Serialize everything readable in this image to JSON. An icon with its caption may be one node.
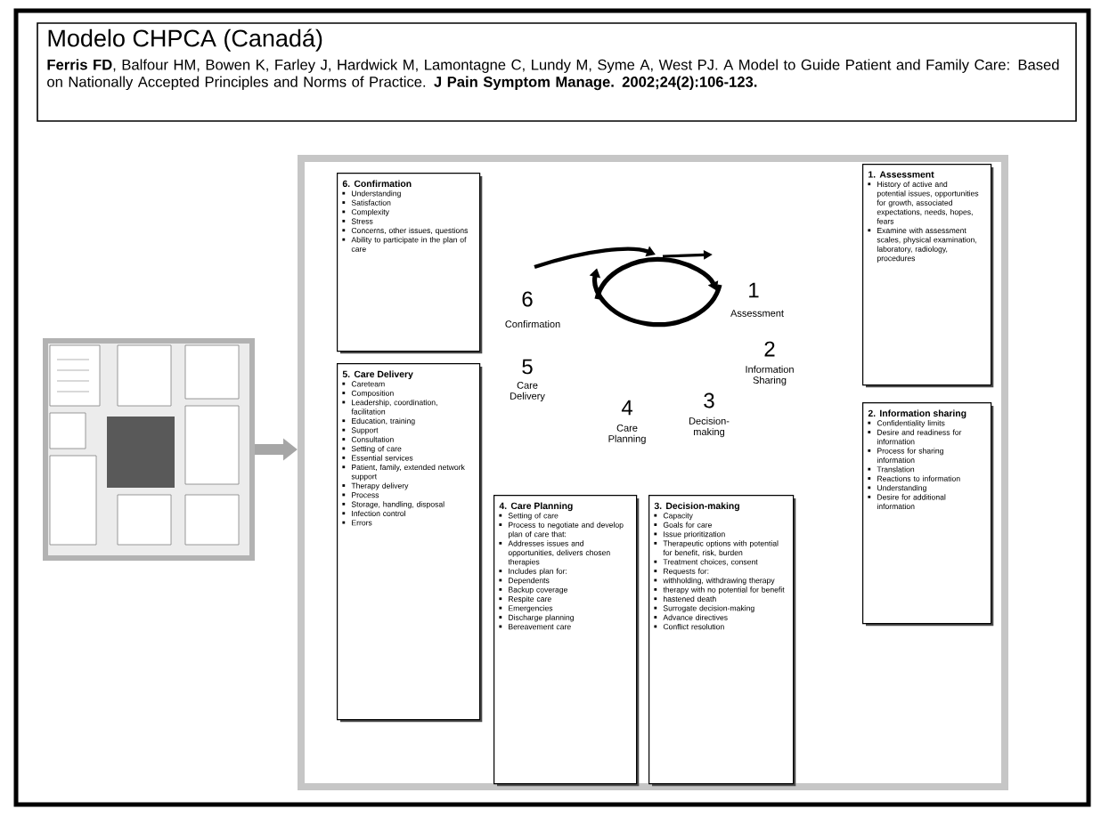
{
  "diagram": {
    "title": "Modelo CHPCA (Canadá)",
    "nodes": [
      {
        "text": [],
        "shape": "picture"
      },
      {
        "text": [],
        "shape": "box"
      },
      {
        "text": [
          "6. Confirmation",
          "Understanding",
          "Satisfaction",
          "Complexity",
          "Stress",
          "Concerns, other issues, questions",
          "Ability to participate in the plan of care"
        ],
        "in": 1
      },
      {
        "text": [
          "5. Care Delivery",
          "Careteam",
          "Composition",
          "Leadership, coordination, facilitation",
          "Education, training",
          "Support",
          "Consultation",
          "Setting of care",
          "Essential services",
          "Patient, family, extended network support",
          "Therapy delivery",
          "Process",
          "Storage, handling, disposal",
          "Infection control",
          "Errors"
        ],
        "in": 1
      },
      {
        "text": [
          "4. Care Planning",
          "Setting of care",
          "Process to negotiate and develop plan of care that:",
          "Addresses issues and opportunities, delivers chosen therapies",
          "Includes plan for:",
          "Dependents",
          "Backup coverage",
          "Respite care",
          "Emergencies",
          "Discharge planning",
          "Bereavement care"
        ],
        "in": 1
      },
      {
        "text": [
          "3. Decision-making",
          "Capacity",
          "Goals for care",
          "Issue prioritization",
          "Therapeutic options with potential for benefit, risk, burden",
          "Treatment choices, consent",
          "Requests for:",
          "withholding, withdrawing therapy",
          "therapy with no potential for benefit",
          "hastened death",
          "Surrogate decision-making",
          "Advance directives",
          "Conflict resolution"
        ],
        "in": 1
      },
      {
        "text": [
          "1. Assessment",
          "History of active and potential issues, opportunities for growth, associated expectations, needs, hopes, fears",
          "Examine with assessment scales, physical examination, laboratory, radiology, procedures"
        ],
        "in": 1
      },
      {
        "text": [
          "2. Information sharing",
          "Confidentiality limits",
          "Desire and readiness for information",
          "Process for sharing information",
          "Translation",
          "Reactions to information",
          "Understanding",
          "Desire for additional information"
        ],
        "in": 1
      }
    ],
    "edges": [
      {
        "from": 0,
        "to": 1,
        "arrow": "to"
      }
    ],
    "labels": [
      "**Ferris FD**, Balfour HM, Bowen K, Farley J, Hardwick M, Lamontagne C, Lundy M, Syme A, West PJ. A Model to Guide Patient and Family Care: Based on Nationally Accepted Principles and Norms of Practice. **J Pain Symptom Manage. 2002;24(2):106-123.**",
      "6",
      "Confirmation",
      "5",
      "Care Delivery",
      "4",
      "Care Planning",
      "3",
      "Decision-making",
      "1",
      "Assessment",
      "2",
      "Information Sharing"
    ]
  }
}
